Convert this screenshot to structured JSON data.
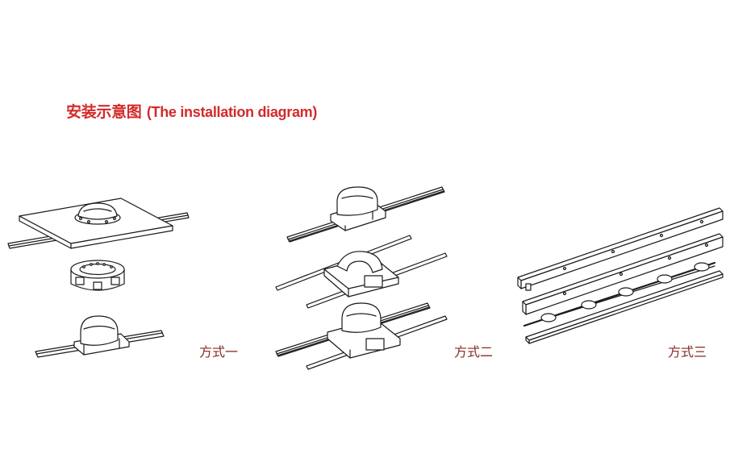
{
  "title": {
    "zh": "安装示意图",
    "en": "(The installation diagram)"
  },
  "methods": [
    {
      "label": "方式一"
    },
    {
      "label": "方式二"
    },
    {
      "label": "方式三"
    }
  ],
  "colors": {
    "title": "#d42a2a",
    "label": "#8a2a24",
    "line": "#1a1a1a"
  }
}
